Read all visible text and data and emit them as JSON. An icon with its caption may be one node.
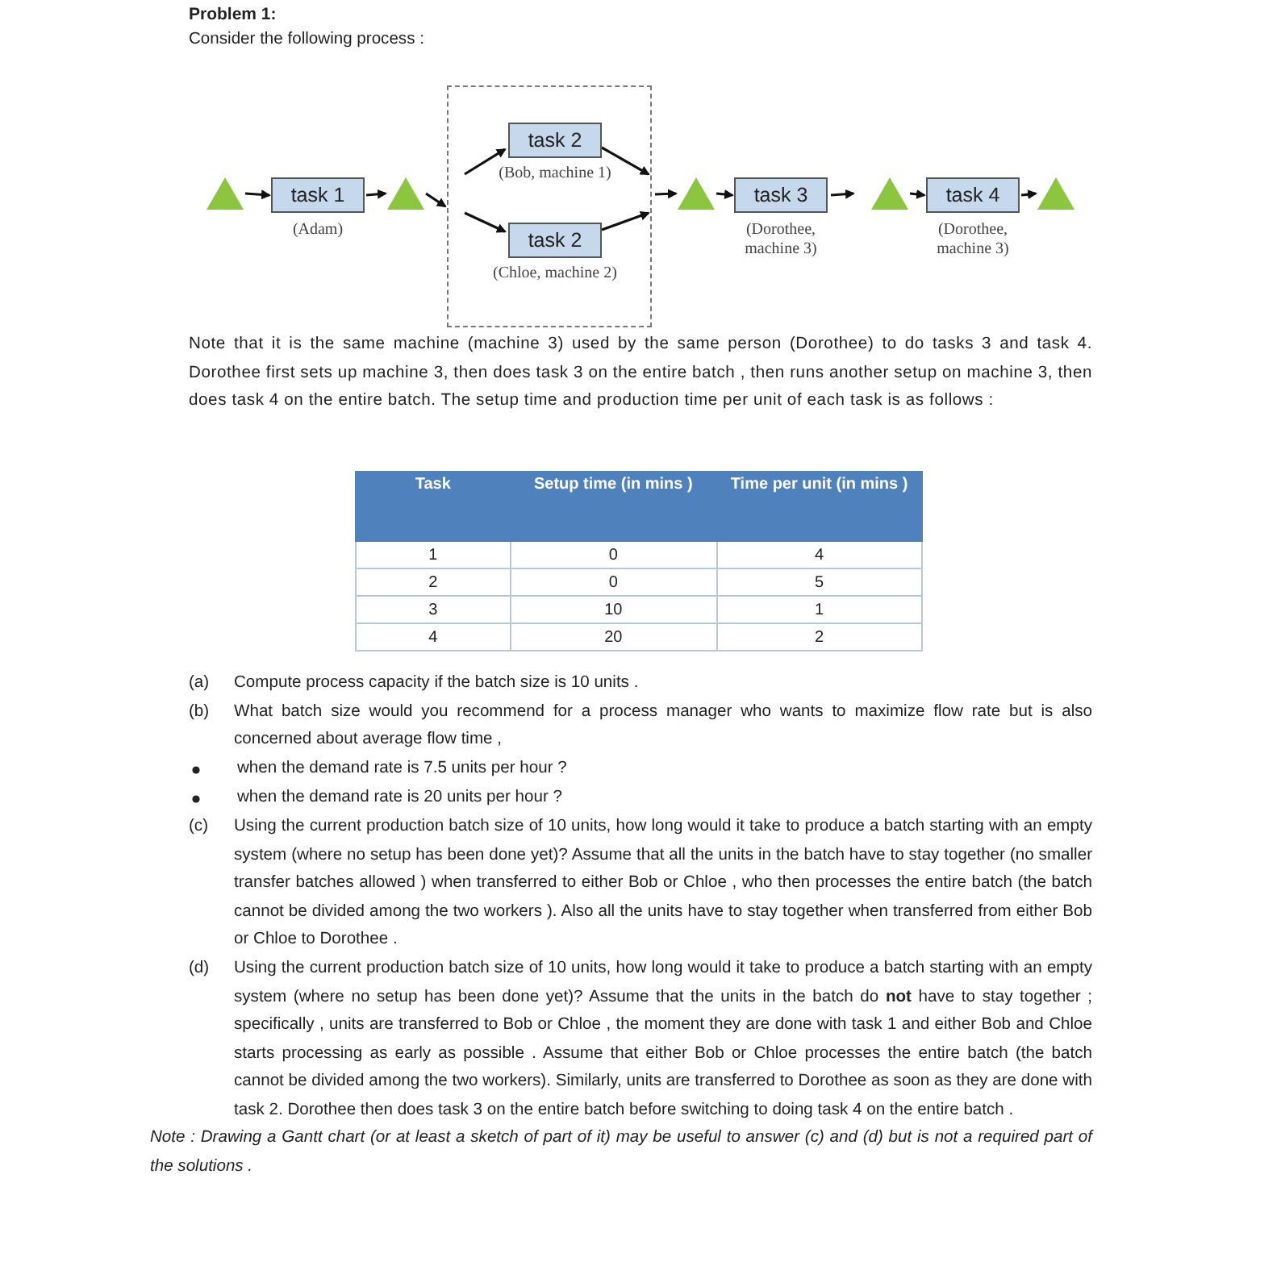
{
  "diagram": {
    "nodes": [
      {
        "text": [],
        "shape": "triangle"
      },
      {
        "text": [
          "task 1"
        ],
        "beside": [
          "(Adam)"
        ]
      },
      {
        "text": [],
        "shape": "triangle"
      },
      {
        "text": [],
        "shape": "box"
      },
      {
        "text": [
          "task 2"
        ],
        "beside": [
          "(Bob, machine 1)"
        ],
        "in": 3
      },
      {
        "text": [
          "task 2"
        ],
        "beside": [
          "(Chloe, machine 2)"
        ],
        "in": 3
      },
      {
        "text": [],
        "shape": "triangle"
      },
      {
        "text": [
          "task 3"
        ],
        "beside": [
          "(Dorothee, machine 3)"
        ]
      },
      {
        "text": [],
        "shape": "triangle"
      },
      {
        "text": [
          "task 4"
        ],
        "beside": [
          "(Dorothee, machine 3)"
        ]
      },
      {
        "text": [],
        "shape": "triangle"
      }
    ],
    "edges": [
      {
        "from": 0,
        "to": 1,
        "arrow": "to"
      },
      {
        "from": 1,
        "to": 2,
        "arrow": "to"
      },
      {
        "from": 2,
        "to": 3,
        "arrow": "to"
      },
      {
        "from": null,
        "to": 4,
        "arrow": "to"
      },
      {
        "from": null,
        "to": 5,
        "arrow": "to"
      },
      {
        "from": 4,
        "to": 3,
        "arrow": "to"
      },
      {
        "from": 5,
        "to": 3,
        "arrow": "to"
      },
      {
        "from": 3,
        "to": 6,
        "arrow": "to"
      },
      {
        "from": 6,
        "to": 7,
        "arrow": "to"
      },
      {
        "from": 7,
        "to": 8,
        "arrow": "to"
      },
      {
        "from": 8,
        "to": 9,
        "arrow": "to"
      },
      {
        "from": 9,
        "to": 10,
        "arrow": "to"
      }
    ],
    "labels": [
      "Problem 1:",
      "Consider the following process :",
      "Note that it is the same machine (machine 3) used by the same person (Dorothee) to do tasks 3 and task 4. Dorothee first sets up machine 3, then does task 3 on the entire batch , then runs another setup on machine 3, then does task 4 on the entire batch. The setup time and production time per unit of each task is as follows :",
      "Task",
      "Setup time (in mins )",
      "Time per unit (in mins )",
      "1",
      "0",
      "4",
      "2",
      "0",
      "5",
      "3",
      "10",
      "1",
      "4",
      "20",
      "2",
      "(a)",
      "Compute process capacity if the batch size is 10 units .",
      "(b)",
      "What batch size would you recommend for a process manager who wants to maximize flow rate but is also concerned about average flow time ,",
      "when the demand rate is 7.5 units per hour ?",
      "when the demand rate is 20 units per hour ?",
      "(c)",
      "Using the current production batch size of 10 units, how long would it take to produce a batch starting with an empty system (where no setup has been done yet)? Assume that all the units in the batch have to stay together (no smaller transfer batches allowed ) when transferred to either Bob or Chloe , who then processes the entire batch (the batch cannot be divided among the two workers ). Also all the units have to stay together when transferred from either Bob or Chloe to Dorothee .",
      "(d)",
      "Using the current production batch size of 10 units, how long would it take to produce a batch starting with an empty system (where no setup has been done yet)? Assume that the units in the batch do **not** have to stay together ; specifically , units are transferred to Bob or Chloe , the moment they are done with task 1 and either Bob and Chloe starts processing as early as possible . Assume that either Bob or Chloe processes the entire batch (the batch cannot be divided among the two workers). Similarly, units are transferred to Dorothee as soon as they are done with task 2. Dorothee then does task 3 on the entire batch before switching to doing task 4 on the entire batch .",
      "Note : Drawing a Gantt chart (or at least a sketch of part of it) may be useful to answer (c) and (d) but is not a required part of the solutions ."
    ]
  }
}
